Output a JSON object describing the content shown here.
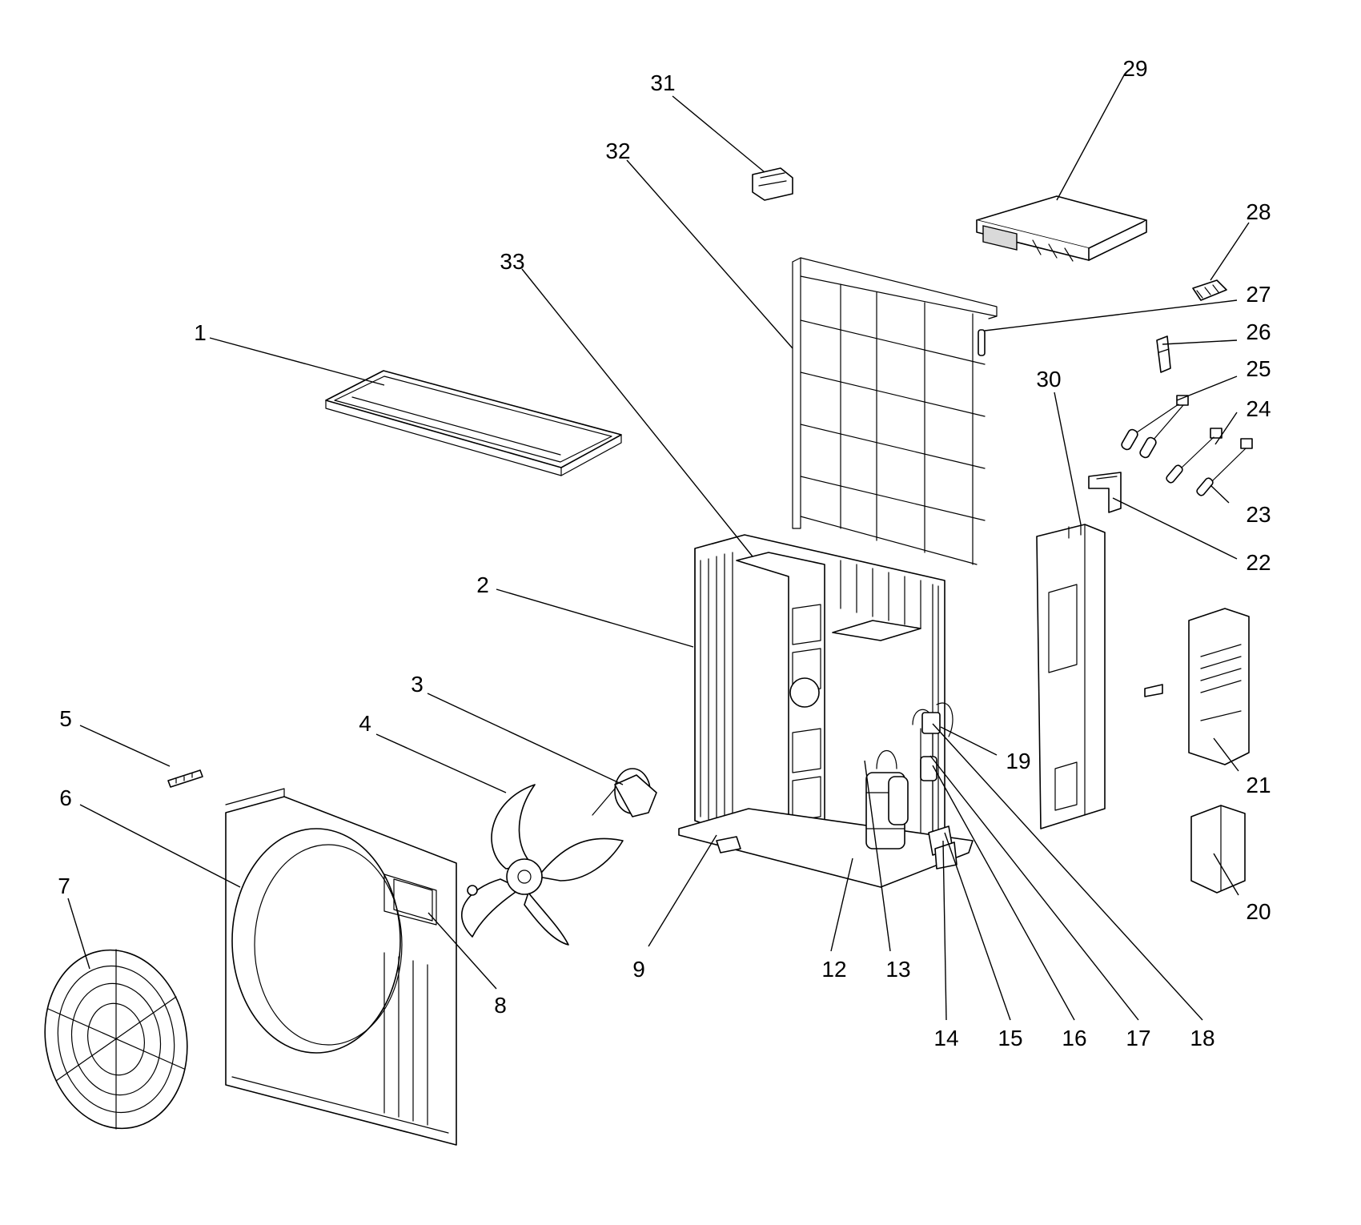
{
  "diagram": {
    "type": "exploded-parts-view",
    "callouts": [
      {
        "id": "1",
        "label": "1"
      },
      {
        "id": "2",
        "label": "2"
      },
      {
        "id": "3",
        "label": "3"
      },
      {
        "id": "4",
        "label": "4"
      },
      {
        "id": "5",
        "label": "5"
      },
      {
        "id": "6",
        "label": "6"
      },
      {
        "id": "7",
        "label": "7"
      },
      {
        "id": "8",
        "label": "8"
      },
      {
        "id": "9",
        "label": "9"
      },
      {
        "id": "12",
        "label": "12"
      },
      {
        "id": "13",
        "label": "13"
      },
      {
        "id": "14",
        "label": "14"
      },
      {
        "id": "15",
        "label": "15"
      },
      {
        "id": "16",
        "label": "16"
      },
      {
        "id": "17",
        "label": "17"
      },
      {
        "id": "18",
        "label": "18"
      },
      {
        "id": "19",
        "label": "19"
      },
      {
        "id": "20",
        "label": "20"
      },
      {
        "id": "21",
        "label": "21"
      },
      {
        "id": "22",
        "label": "22"
      },
      {
        "id": "23",
        "label": "23"
      },
      {
        "id": "24",
        "label": "24"
      },
      {
        "id": "25",
        "label": "25"
      },
      {
        "id": "26",
        "label": "26"
      },
      {
        "id": "27",
        "label": "27"
      },
      {
        "id": "28",
        "label": "28"
      },
      {
        "id": "29",
        "label": "29"
      },
      {
        "id": "30",
        "label": "30"
      },
      {
        "id": "31",
        "label": "31"
      },
      {
        "id": "32",
        "label": "32"
      },
      {
        "id": "33",
        "label": "33"
      }
    ]
  }
}
